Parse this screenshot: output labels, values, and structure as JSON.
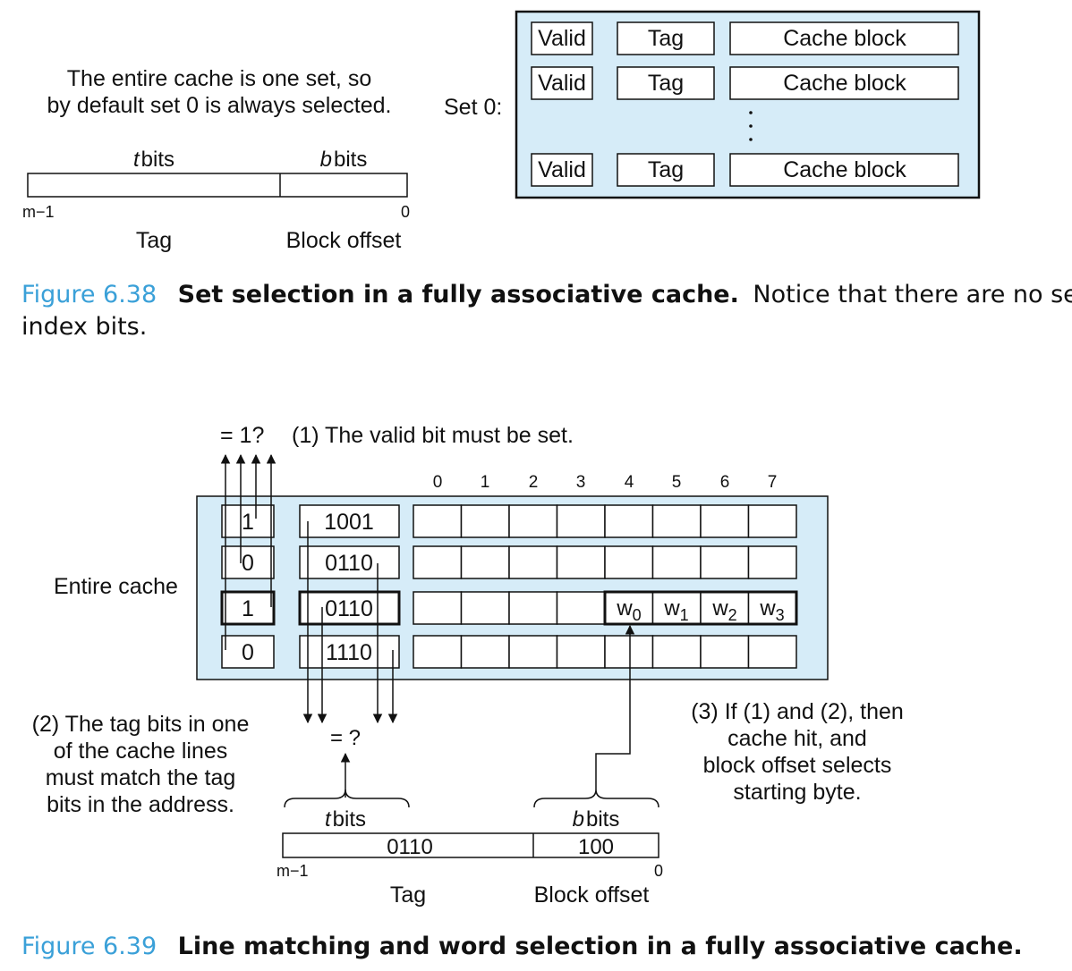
{
  "colors": {
    "cache_fill": "#d6ecf8",
    "caption_accent": "#3aa0d8",
    "line": "#111111"
  },
  "fig38": {
    "note_line1": "The entire cache is one set, so",
    "note_line2": "by default set 0 is always selected.",
    "addr_t_label": "t",
    "addr_bits_word": "bits",
    "addr_b_label": "b",
    "addr_high": "m−1",
    "addr_low": "0",
    "field_tag": "Tag",
    "field_offset": "Block offset",
    "set_label": "Set 0:",
    "lines": [
      {
        "valid": "Valid",
        "tag": "Tag",
        "block": "Cache block"
      },
      {
        "valid": "Valid",
        "tag": "Tag",
        "block": "Cache block"
      },
      {
        "valid": "Valid",
        "tag": "Tag",
        "block": "Cache block"
      }
    ],
    "caption_num": "Figure 6.38",
    "caption_title": "Set selection in a fully associative cache.",
    "caption_text1": "Notice that there are no set",
    "caption_text2": "index bits."
  },
  "fig39": {
    "valid_check": "= 1?",
    "step1": "(1) The valid bit must be set.",
    "byte_indices": [
      "0",
      "1",
      "2",
      "3",
      "4",
      "5",
      "6",
      "7"
    ],
    "entire_cache": "Entire cache",
    "rows": [
      {
        "valid": "1",
        "tag": "1001"
      },
      {
        "valid": "0",
        "tag": "0110"
      },
      {
        "valid": "1",
        "tag": "0110"
      },
      {
        "valid": "0",
        "tag": "1110"
      }
    ],
    "words": [
      "w",
      "w",
      "w",
      "w"
    ],
    "word_subs": [
      "0",
      "1",
      "2",
      "3"
    ],
    "compare": "= ?",
    "step2": [
      "(2) The tag bits in one",
      "of the cache lines",
      "must match the tag",
      "bits in the address."
    ],
    "step3": [
      "(3) If (1) and (2), then",
      "cache hit, and",
      "block offset selects",
      "starting byte."
    ],
    "addr_t_label": "t",
    "addr_b_label": "b",
    "addr_bits_word": "bits",
    "addr_tag_value": "0110",
    "addr_offset_value": "100",
    "addr_high": "m−1",
    "addr_low": "0",
    "field_tag": "Tag",
    "field_offset": "Block offset",
    "caption_num": "Figure 6.39",
    "caption_title": "Line matching and word selection in a fully associative cache."
  }
}
